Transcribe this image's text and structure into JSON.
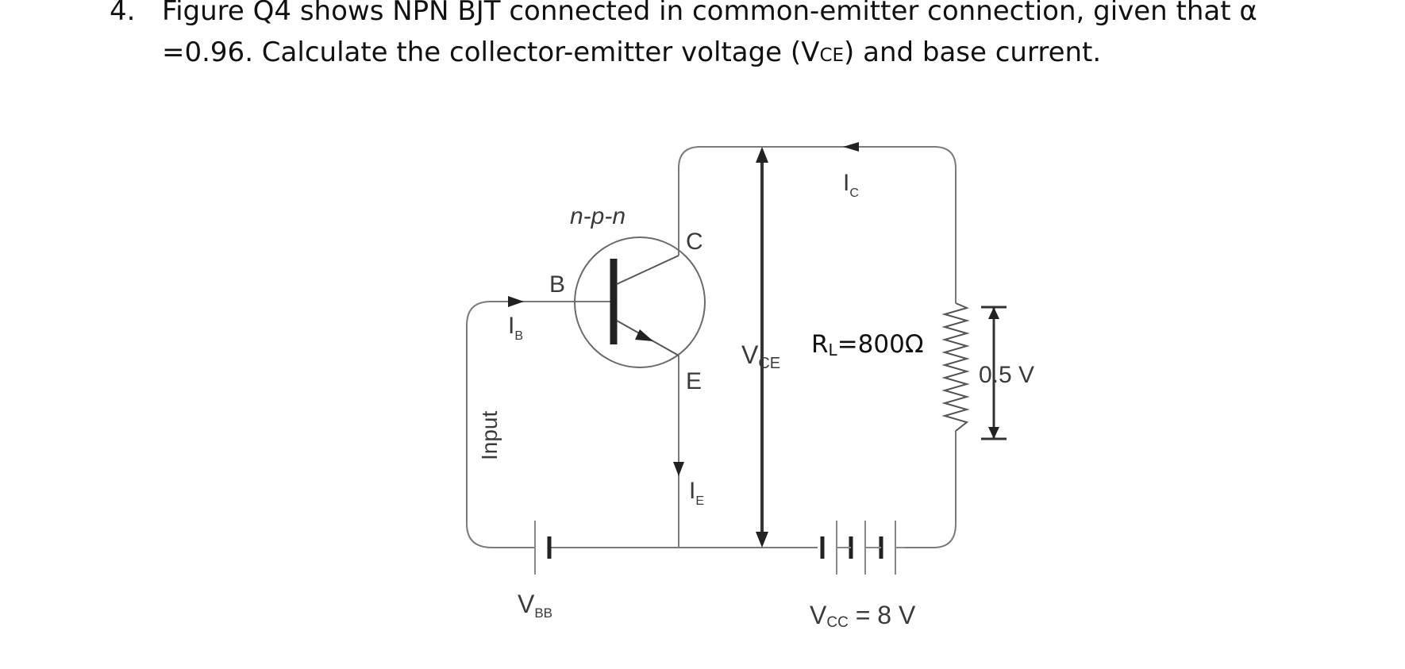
{
  "question": {
    "number": "4.",
    "line1": "Figure Q4 shows NPN BJT connected in common-emitter connection, given that α",
    "line2_before": "=0.96. Calculate the collector-emitter voltage (V",
    "line2_sub": "CE",
    "line2_after": ") and base current."
  },
  "diagram": {
    "transistor_type": "n-p-n",
    "base_label": "B",
    "collector_label": "C",
    "emitter_label": "E",
    "ib_main": "I",
    "ib_sub": "B",
    "ic_main": "I",
    "ic_sub": "C",
    "ie_main": "I",
    "ie_sub": "E",
    "vce_main": "V",
    "vce_sub": "CE",
    "rl_main": "R",
    "rl_sub": "L",
    "rl_value": "=800Ω",
    "resistor_voltage": "0.5 V",
    "input_label": "Input",
    "vbb_main": "V",
    "vbb_sub": "BB",
    "vcc_main": "V",
    "vcc_sub": "CC",
    "vcc_value": " = 8 V"
  }
}
